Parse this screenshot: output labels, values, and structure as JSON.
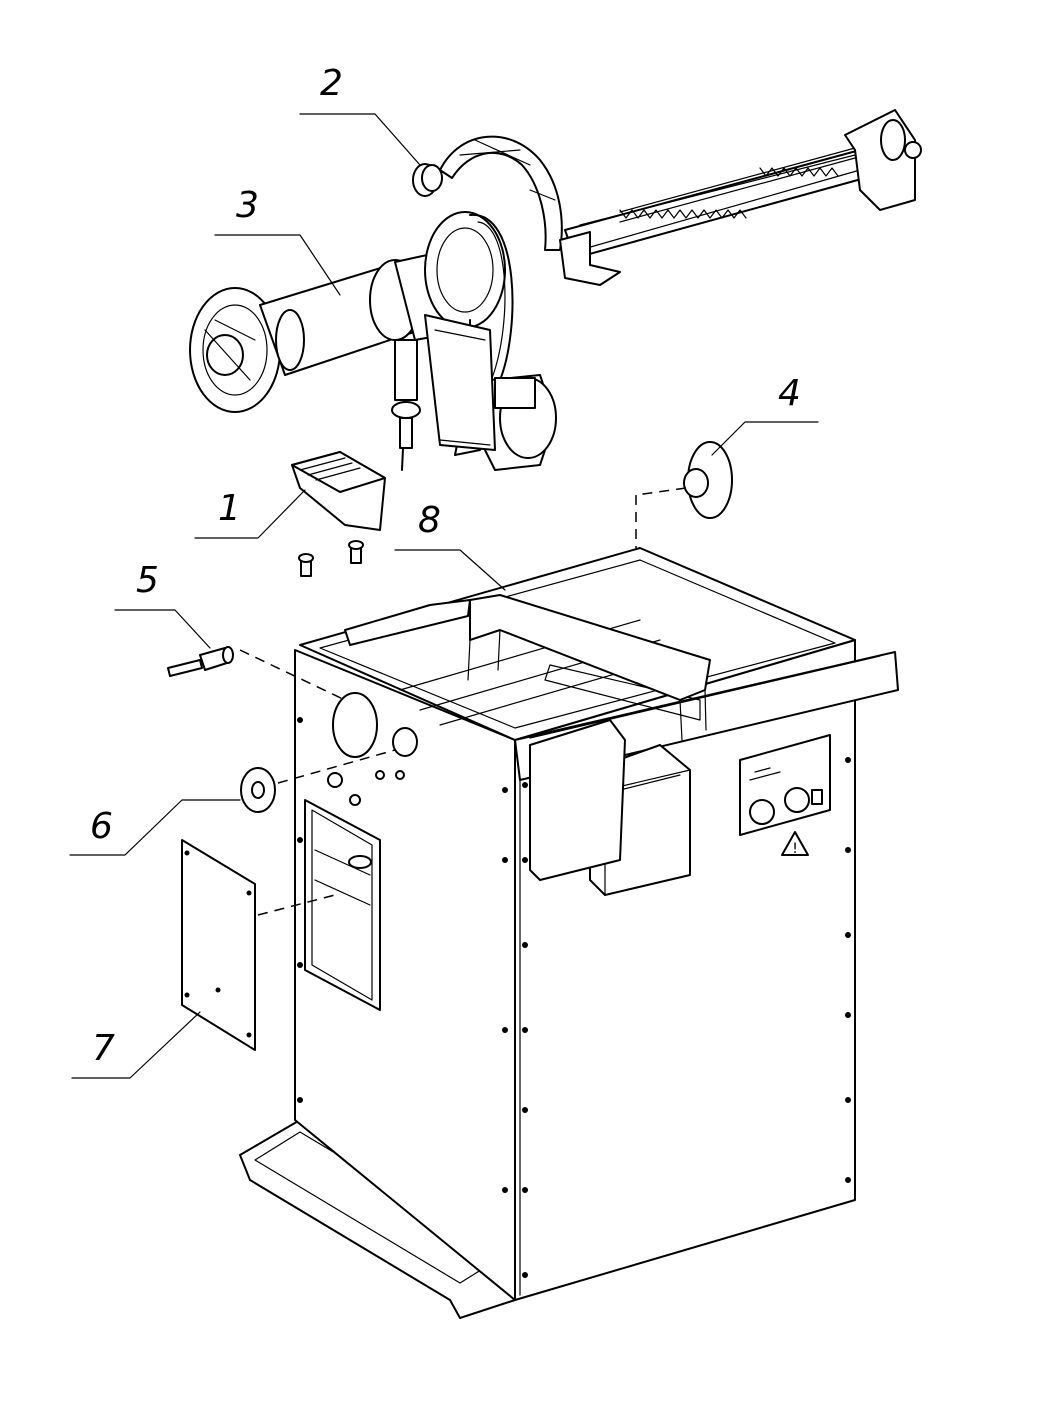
{
  "callouts": [
    {
      "id": "1",
      "label": "1"
    },
    {
      "id": "2",
      "label": "2"
    },
    {
      "id": "3",
      "label": "3"
    },
    {
      "id": "4",
      "label": "4"
    },
    {
      "id": "5",
      "label": "5"
    },
    {
      "id": "6",
      "label": "6"
    },
    {
      "id": "7",
      "label": "7"
    },
    {
      "id": "8",
      "label": "8"
    }
  ],
  "icons": {
    "warning": "warning-triangle-icon"
  },
  "colors": {
    "line": "#000000",
    "background": "#ffffff"
  }
}
